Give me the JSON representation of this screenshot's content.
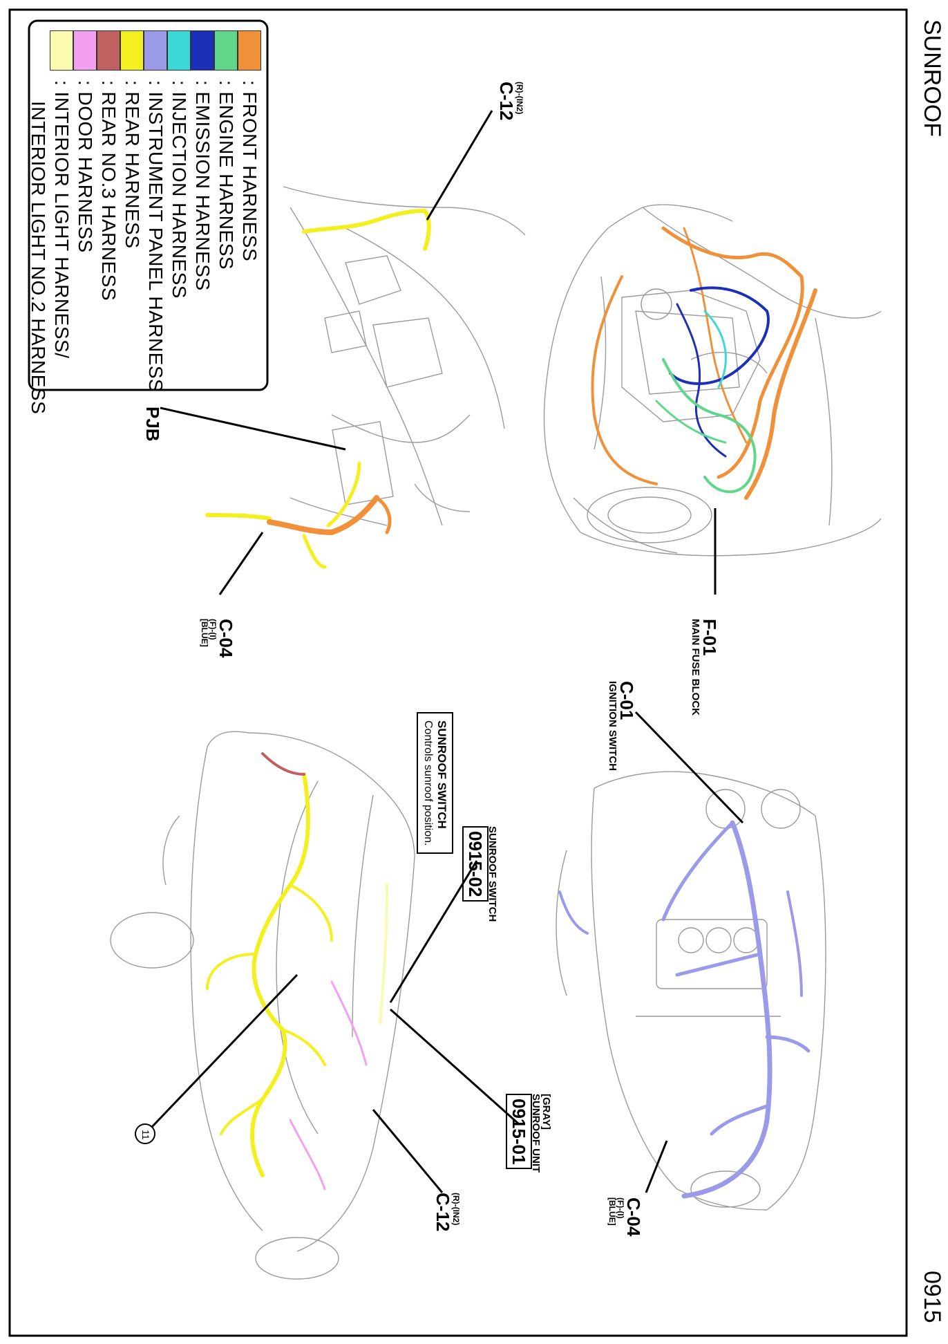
{
  "header": {
    "title": "SUNROOF",
    "page_number": "0915"
  },
  "legend": {
    "items": [
      {
        "label": ": FRONT HARNESS",
        "color": "#f0913a"
      },
      {
        "label": ": ENGINE HARNESS",
        "color": "#5fd68a"
      },
      {
        "label": ": EMISSION HARNESS",
        "color": "#1c2fb8"
      },
      {
        "label": ": INJECTION HARNESS",
        "color": "#3cd8d8"
      },
      {
        "label": ": INSTRUMENT PANEL HARNESS",
        "color": "#9a9ae8"
      },
      {
        "label": ": REAR HARNESS",
        "color": "#f4f020"
      },
      {
        "label": ": REAR NO.3 HARNESS",
        "color": "#c06060"
      },
      {
        "label": ": DOOR HARNESS",
        "color": "#f3a0f0"
      },
      {
        "label": ": INTERIOR LIGHT HARNESS/",
        "label2": "INTERIOR LIGHT NO.2 HARNESS",
        "color": "#fafab0"
      }
    ]
  },
  "labels": {
    "c12_top": {
      "code": "C-12",
      "sub": "(R)-(IN2)"
    },
    "pjb": "PJB",
    "c04_left": {
      "code": "C-04",
      "sub1": "(F)-(I)",
      "sub2": "[BLUE]"
    },
    "f01": {
      "code": "F-01",
      "sub": "MAIN FUSE BLOCK"
    },
    "c01": {
      "code": "C-01",
      "sub": "IGNITION SWITCH"
    },
    "c04_right": {
      "code": "C-04",
      "sub1": "(F)-(I)",
      "sub2": "[BLUE]"
    },
    "c12_bottom": {
      "code": "C-12",
      "sub": "(R)-(IN2)"
    },
    "ground_11": "11",
    "sunroof_switch_ref": {
      "title": "SUNROOF SWITCH",
      "code": "0915-02"
    },
    "sunroof_unit_ref": {
      "title1": "[GRAY]",
      "title2": "SUNROOF UNIT",
      "code": "0915-01"
    },
    "callout": {
      "title": "SUNROOF SWITCH",
      "desc": "Controls sunroof position."
    }
  }
}
